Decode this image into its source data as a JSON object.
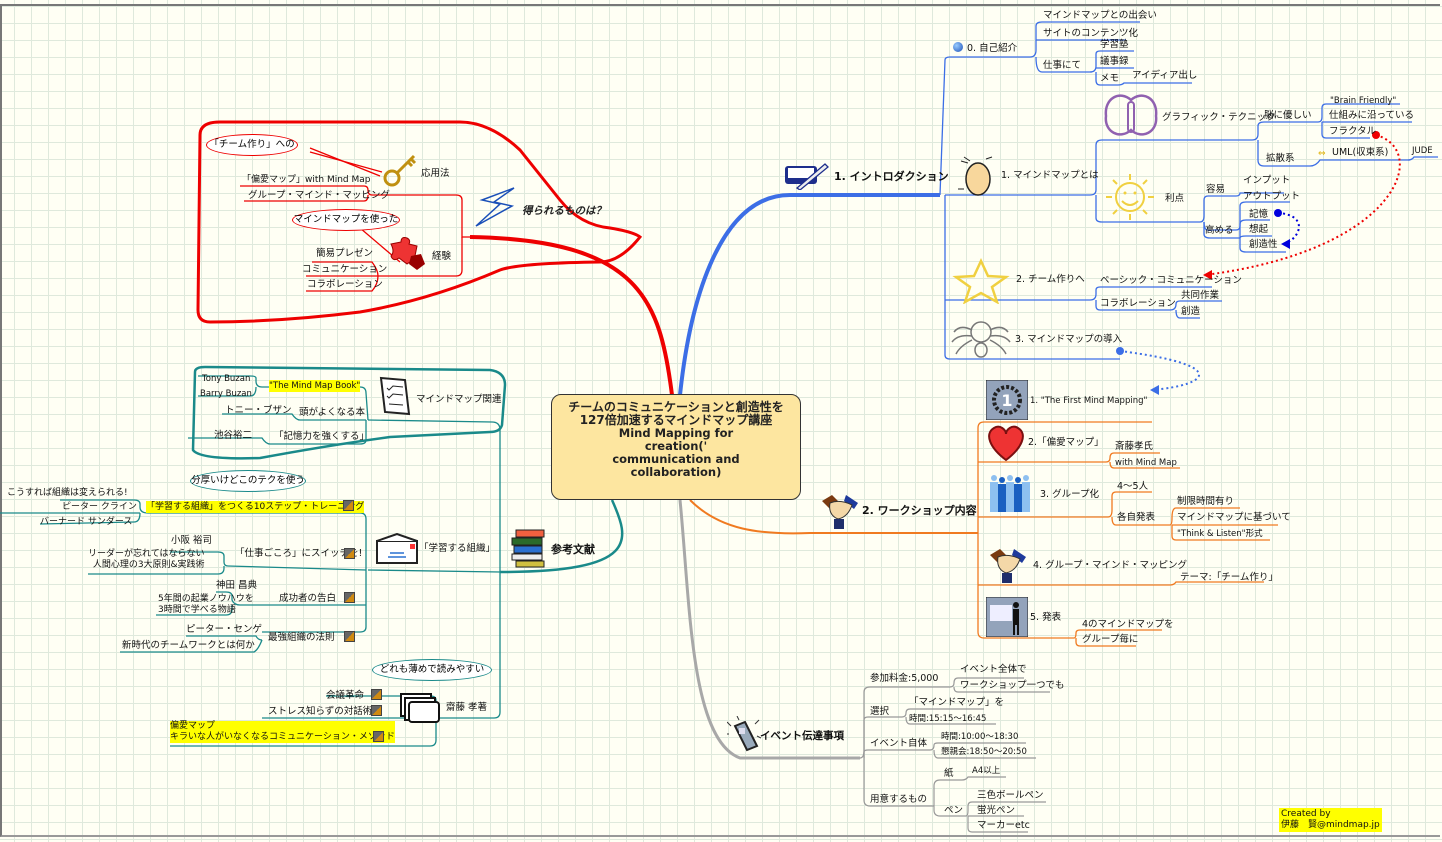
{
  "center": {
    "title_ja_1": "チームのコミュニケーションと創造性を",
    "title_ja_2": "127倍加速するマインドマップ講座",
    "title_en_1": "Mind Mapping for",
    "title_en_2": "creation('",
    "title_en_3": "communication and",
    "title_en_4": "collaboration)"
  },
  "colors": {
    "intro_branch": "#3c6ee6",
    "workshop_branch": "#f07a20",
    "event_branch": "#a0a0a0",
    "references_branch": "#1a8a8a",
    "benefit_branch": "#ee0000",
    "center_fill": "#fde6a0",
    "highlight": "#ffff00"
  },
  "intro": {
    "label": "1. イントロダクション",
    "self_intro": {
      "label": "0. 自己紹介",
      "items": [
        "マインドマップとの出会い",
        "サイトのコンテンツ化"
      ],
      "work": {
        "label": "仕事にて",
        "items": [
          "学習塾",
          "議事録",
          "メモ"
        ],
        "memo_child": "アイディア出し"
      }
    },
    "what_is": {
      "label": "1. マインドマップとは",
      "graphic": {
        "label": "グラフィック・テクニック",
        "brain": {
          "label": "脳に優しい",
          "items": [
            "\"Brain Friendly\"",
            "仕組みに沿っている",
            "フラクタル"
          ]
        },
        "diffuse": {
          "label": "拡散系",
          "uml": "UML(収束系)",
          "jude": "JUDE"
        }
      },
      "merit": {
        "label": "利点",
        "easy": {
          "label": "容易",
          "items": [
            "インプット",
            "アウトプット"
          ]
        },
        "raise": {
          "label": "高める",
          "items": [
            "記憶",
            "想起",
            "創造性"
          ]
        }
      }
    },
    "team": {
      "label": "2. チーム作りへ",
      "basic": "ベーシック・コミュニケーション",
      "collab": "コラボレーション",
      "collab_items": [
        "共同作業",
        "創造"
      ]
    },
    "intro_mm": {
      "label": "3. マインドマップの導入"
    }
  },
  "workshop": {
    "label": "2. ワークショップ内容",
    "items": [
      {
        "label": "1. \"The First Mind Mapping\""
      },
      {
        "label": "2.「偏愛マップ」",
        "children": [
          "斎藤孝氏",
          "with Mind Map"
        ]
      },
      {
        "label": "3. グループ化",
        "children": [
          "4〜5人",
          "各自発表"
        ],
        "grandchildren": [
          "制限時間有り",
          "マインドマップに基づいて",
          "\"Think & Listen\"形式"
        ]
      },
      {
        "label": "4. グループ・マインド・マッピング",
        "children": [
          "テーマ:「チーム作り」"
        ]
      },
      {
        "label": "5. 発表",
        "children": [
          "4のマインドマップを",
          "グループ毎に"
        ]
      }
    ]
  },
  "event": {
    "label": "イベント伝達事項",
    "fee": {
      "label": "参加料金:5,000",
      "items": [
        "イベント全体で",
        "ワークショップ一つでも"
      ]
    },
    "select": {
      "label": "選択",
      "items": [
        "「マインドマップ」を",
        "時間:15:15〜16:45"
      ]
    },
    "event_itself": {
      "label": "イベント自体",
      "items": [
        "時間:10:00〜18:30",
        "懇親会:18:50〜20:50"
      ]
    },
    "prepare": {
      "label": "用意するもの",
      "paper": "紙",
      "paper_item": "A4以上",
      "pen": "ペン",
      "pen_items": [
        "三色ボールペン",
        "蛍光ペン",
        "マーカーetc"
      ]
    }
  },
  "benefits": {
    "label": "得られるものは？",
    "apply": {
      "label": "応用法",
      "callout": "「チーム作り」への",
      "items": [
        "「偏愛マップ」with Mind Map",
        "グループ・マインド・マッピング"
      ]
    },
    "experience": {
      "label": "経験",
      "callout": "マインドマップを使った",
      "items": [
        "簡易プレゼン",
        "コミュニケーション",
        "コラボレーション"
      ]
    }
  },
  "references": {
    "label": "参考文献",
    "mm_related": {
      "label": "マインドマップ関連",
      "books": [
        {
          "title": "\"The Mind Map Book\"",
          "authors": [
            "Tony Buzan",
            "Barry Buzan"
          ]
        },
        {
          "title": "頭がよくなる本",
          "authors": [
            "トニー・ブザン"
          ]
        },
        {
          "title": "「記憶力を強くする」",
          "authors": [
            "池谷裕二"
          ]
        }
      ]
    },
    "learning_org": {
      "label": "「学習する組織」",
      "callout": "分厚いけどこのテクを使う",
      "books": [
        {
          "title": "「学習する組織」をつくる10ステップ・トレーニング",
          "notes": [
            "こうすれば組織は変えられる!",
            "ピーター クライン",
            "バーナード サンダース"
          ]
        },
        {
          "title": "「仕事ごころ」にスイッチを!",
          "notes": [
            "小阪 裕司",
            "リーダーが忘れてはならない\n人間心理の3大原則&実践術"
          ]
        },
        {
          "title": "成功者の告白",
          "notes": [
            "神田 昌典",
            "5年間の起業ノウハウを\n3時間で学べる物語"
          ]
        },
        {
          "title": "最強組織の法則",
          "notes": [
            "ピーター・センゲ",
            "新時代のチームワークとは何か"
          ]
        }
      ]
    },
    "saito": {
      "label": "齋藤 孝著",
      "callout": "どれも薄めで読みやすい",
      "books": [
        "会議革命",
        "ストレス知らずの対話術",
        "偏愛マップ\nキラいな人がいなくなるコミュニケーション・メソッド"
      ]
    }
  },
  "credit": {
    "line1": "Created by",
    "line2": "伊藤　賢@mindmap.jp"
  }
}
